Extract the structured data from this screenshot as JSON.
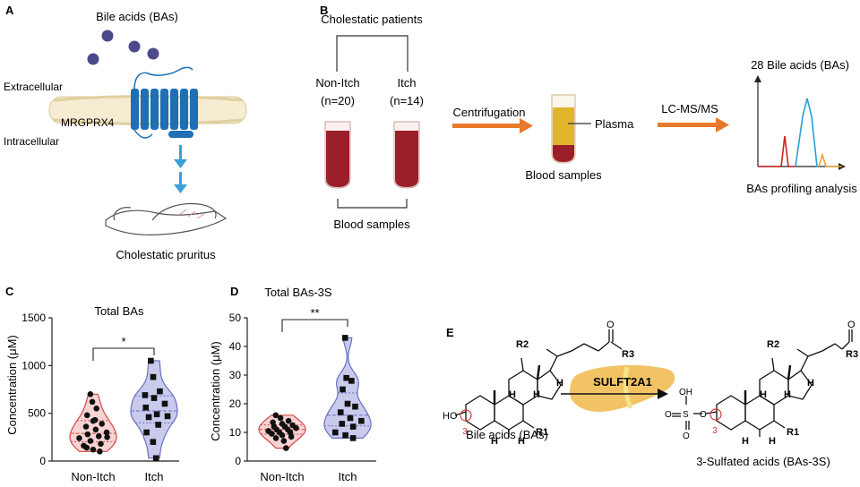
{
  "panels": {
    "a": {
      "letter": "A",
      "title": "Bile acids (BAs)",
      "extracellular": "Extracellular",
      "receptor": "MRGPRX4",
      "intracellular": "Intracellular",
      "caption": "Cholestatic pruritus"
    },
    "b": {
      "letter": "B",
      "group_title": "Cholestatic patients",
      "group1": "Non-Itch",
      "group1_n": "(n=20)",
      "group2": "Itch",
      "group2_n": "(n=14)",
      "tubes_caption": "Blood samples",
      "step1": "Centrifugation",
      "plasma": "Plasma",
      "sample_caption": "Blood samples",
      "step2": "LC-MS/MS",
      "chrom_title": "28 Bile acids (BAs)",
      "chrom_caption": "BAs profiling analysis"
    },
    "e": {
      "letter": "E",
      "enzyme": "SULFT2A1",
      "left_caption": "Bile acids (BAs)",
      "right_caption": "3-Sulfated acids (BAs-3S)",
      "r1": "R1",
      "r2": "R2",
      "r3": "R3",
      "h": "H",
      "ho": "HO",
      "o": "O",
      "oh": "OH",
      "s": "S",
      "pos3": "3"
    }
  },
  "chart_data": [
    {
      "panel": "C",
      "type": "scatter",
      "title": "Total BAs",
      "ylabel": "Concentration (μM)",
      "categories": [
        "Non-Itch",
        "Itch"
      ],
      "ylim": [
        0,
        1500
      ],
      "yticks": [
        0,
        500,
        1000,
        1500
      ],
      "significance": "*",
      "series": [
        {
          "values": [
            700,
            620,
            550,
            480,
            420,
            390,
            360,
            330,
            300,
            280,
            260,
            240,
            210,
            180,
            160,
            120,
            100,
            140,
            430,
            250
          ]
        },
        {
          "values": [
            1050,
            880,
            730,
            690,
            660,
            600,
            560,
            490,
            470,
            460,
            380,
            300,
            200,
            30
          ]
        }
      ]
    },
    {
      "panel": "D",
      "type": "scatter",
      "title": "Total BAs-3S",
      "ylabel": "Concentration (μM)",
      "categories": [
        "Non-Itch",
        "Itch"
      ],
      "ylim": [
        0,
        50
      ],
      "yticks": [
        0,
        10,
        20,
        30,
        40,
        50
      ],
      "significance": "**",
      "series": [
        {
          "values": [
            16,
            15,
            14,
            13.5,
            13,
            12.5,
            12,
            12,
            11.5,
            11,
            11,
            10.5,
            10,
            10,
            9.5,
            9,
            8.5,
            8,
            7,
            4.5
          ]
        },
        {
          "values": [
            43,
            29,
            28,
            25,
            20,
            19,
            17,
            15,
            14,
            13,
            12,
            10,
            9,
            8
          ]
        }
      ]
    }
  ]
}
